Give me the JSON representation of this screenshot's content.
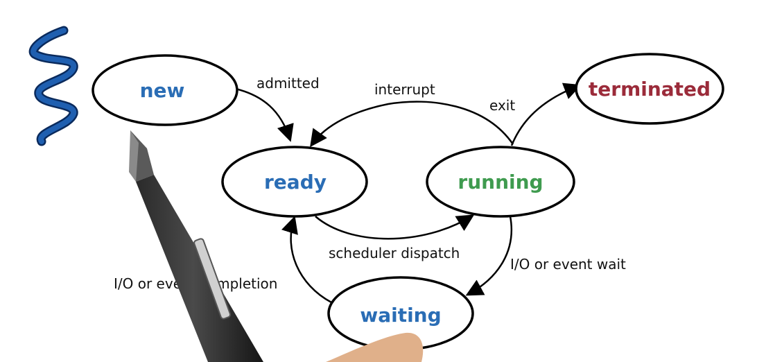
{
  "diagram": {
    "states": {
      "new": {
        "label": "new",
        "color": "#2a6db5"
      },
      "ready": {
        "label": "ready",
        "color": "#2a6db5"
      },
      "running": {
        "label": "running",
        "color": "#3f9b4f"
      },
      "waiting": {
        "label": "waiting",
        "color": "#2a6db5"
      },
      "terminated": {
        "label": "terminated",
        "color": "#9b2b3a"
      }
    },
    "transitions": {
      "admitted": "admitted",
      "interrupt": "interrupt",
      "exit": "exit",
      "scheduler_dispatch": "scheduler dispatch",
      "io_event_wait": "I/O or event wait",
      "io_event_completion": "I/O or event completion"
    },
    "colors": {
      "outline": "#000000",
      "squiggle": "#1f5fb0"
    },
    "decor": {
      "squiggle": "squiggle-icon",
      "pen": "stylus-pen-icon",
      "hand": "hand-icon"
    }
  }
}
